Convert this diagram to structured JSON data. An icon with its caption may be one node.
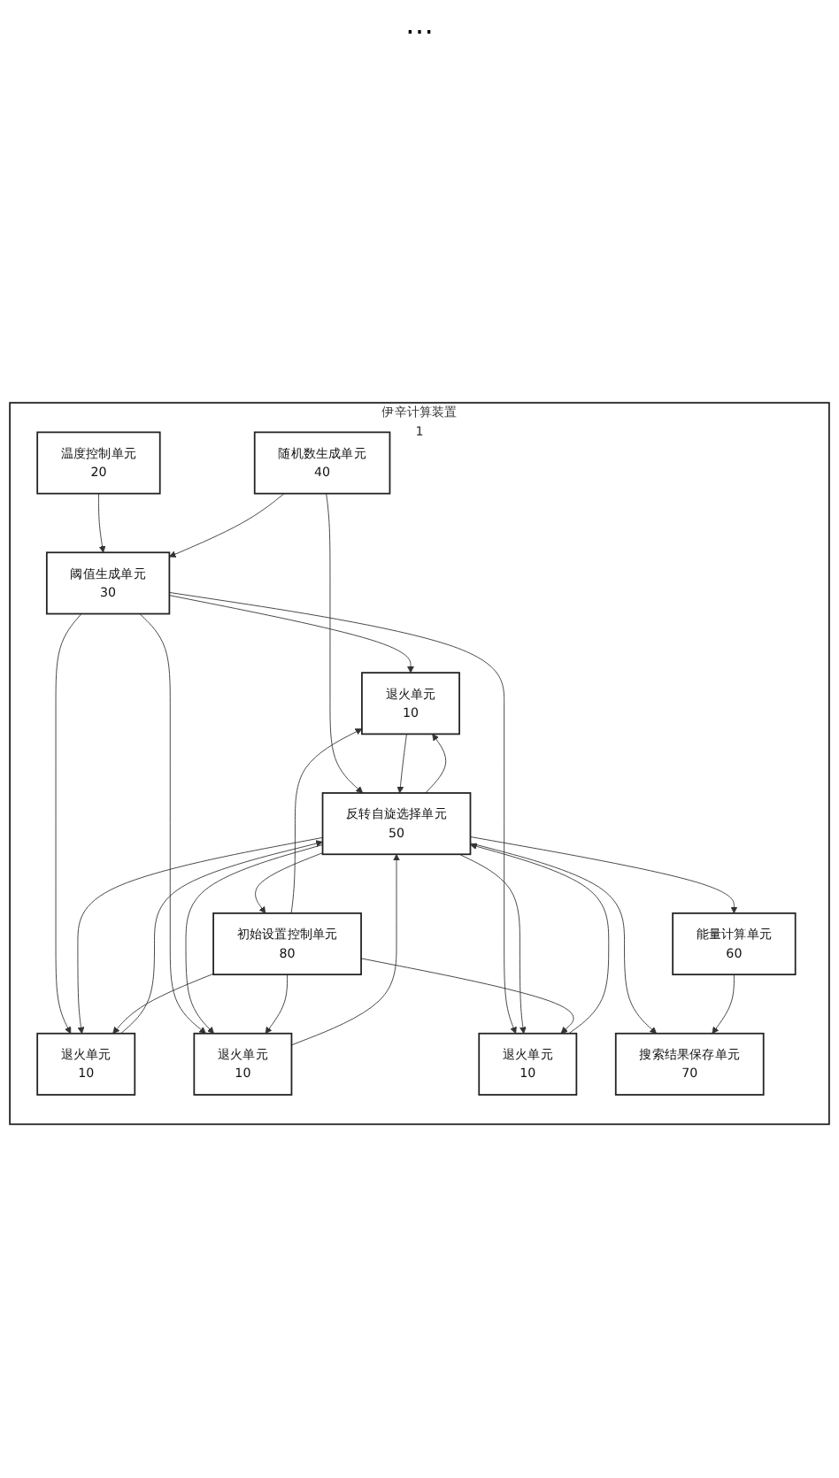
{
  "diagram": {
    "nodes": [
      {
        "text": [
          "伊辛计算装置",
          "1"
        ]
      },
      {
        "text": [
          "退火单元",
          "10"
        ],
        "in": 0
      },
      {
        "text": [
          "退火单元",
          "10"
        ],
        "in": 0
      },
      {
        "text": [
          "退火单元",
          "10"
        ],
        "in": 0
      },
      {
        "text": [
          "退火单元",
          "10"
        ],
        "in": 0
      },
      {
        "text": [
          "温度控制单元",
          "20"
        ],
        "in": 0
      },
      {
        "text": [
          "阈值生成单元",
          "30"
        ],
        "in": 0
      },
      {
        "text": [
          "随机数生成单元",
          "40"
        ],
        "in": 0
      },
      {
        "text": [
          "反转自旋选择单元",
          "50"
        ],
        "in": 0
      },
      {
        "text": [
          "能量计算单元",
          "60"
        ],
        "in": 0
      },
      {
        "text": [
          "搜索结果保存单元",
          "70"
        ],
        "in": 0
      },
      {
        "text": [
          "初始设置控制单元",
          "80"
        ],
        "in": 0
      }
    ],
    "edges": [
      {
        "from": 5,
        "to": 6,
        "arrow": "to"
      },
      {
        "from": 7,
        "to": 6,
        "arrow": "to"
      },
      {
        "from": 7,
        "to": 8,
        "arrow": "to"
      },
      {
        "from": 6,
        "to": 1,
        "arrow": "to"
      },
      {
        "from": 6,
        "to": 2,
        "arrow": "to"
      },
      {
        "from": 6,
        "to": 3,
        "arrow": "to"
      },
      {
        "from": 6,
        "to": 4,
        "arrow": "to"
      },
      {
        "from": 8,
        "to": 1,
        "arrow": "to"
      },
      {
        "from": 8,
        "to": 2,
        "arrow": "to"
      },
      {
        "from": 8,
        "to": 3,
        "arrow": "to"
      },
      {
        "from": 8,
        "to": 4,
        "arrow": "to"
      },
      {
        "from": 11,
        "to": 1,
        "arrow": "to"
      },
      {
        "from": 11,
        "to": 2,
        "arrow": "to"
      },
      {
        "from": 11,
        "to": 3,
        "arrow": "to"
      },
      {
        "from": 11,
        "to": 4,
        "arrow": "to"
      },
      {
        "from": 1,
        "to": 8,
        "arrow": "to"
      },
      {
        "from": 2,
        "to": 8,
        "arrow": "to"
      },
      {
        "from": 3,
        "to": 8,
        "arrow": "to"
      },
      {
        "from": 4,
        "to": 8,
        "arrow": "to"
      },
      {
        "from": 8,
        "to": 9,
        "arrow": "to"
      },
      {
        "from": 8,
        "to": 10,
        "arrow": "to"
      },
      {
        "from": 8,
        "to": 11,
        "arrow": "to"
      },
      {
        "from": 9,
        "to": 10,
        "arrow": "to"
      }
    ],
    "labels": [
      "…"
    ]
  }
}
